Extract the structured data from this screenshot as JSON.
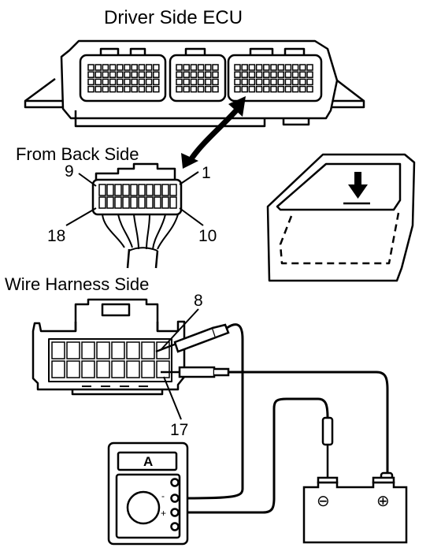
{
  "labels": {
    "driver_side_ecu": "Driver Side ECU",
    "from_back_side": "From Back Side",
    "wire_harness_side": "Wire Harness Side"
  },
  "back_side_pins": {
    "top_left": "9",
    "top_right": "1",
    "bottom_left": "18",
    "bottom_right": "10"
  },
  "harness_pins": {
    "upper": "8",
    "lower": "17"
  },
  "meter": {
    "mode": "A",
    "neg_symbol": "-",
    "pos_symbol": "+"
  },
  "battery": {
    "neg_symbol": "⊖",
    "pos_symbol": "⊕"
  },
  "colors": {
    "ink": "#000000",
    "paper": "#ffffff"
  }
}
